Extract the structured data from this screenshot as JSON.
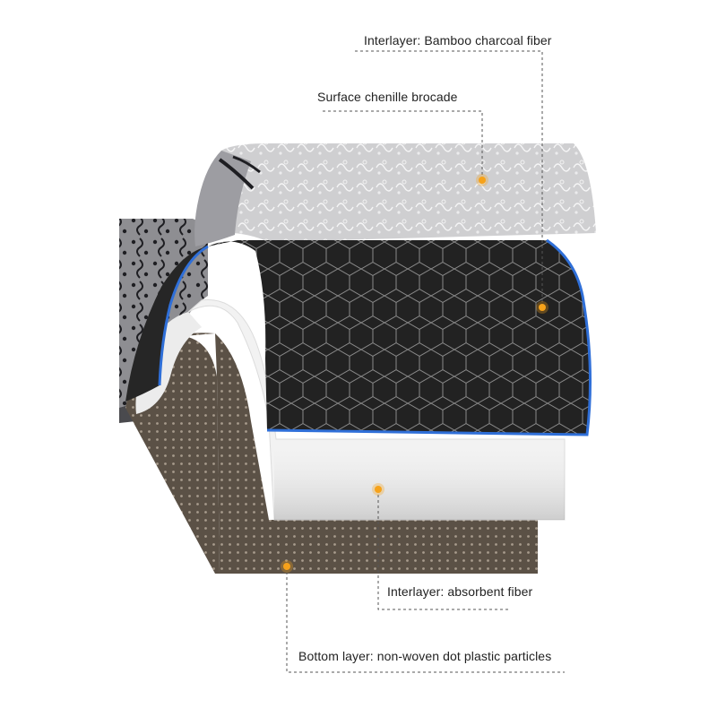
{
  "labels": {
    "bamboo_interlayer": "Interlayer: Bamboo charcoal fiber",
    "surface": "Surface chenille brocade",
    "absorbent_interlayer": "Interlayer: absorbent fiber",
    "bottom": "Bottom layer: non-woven dot plastic particles"
  },
  "colors": {
    "marker": "#f6a21a",
    "leader_line": "#555555",
    "charcoal_layer": "#1f1f1f",
    "charcoal_edge": "#2f6fd8",
    "surface_layer": "#c9c9cb",
    "absorbent_layer": "#f2f2f2",
    "bottom_layer": "#5b5146"
  }
}
